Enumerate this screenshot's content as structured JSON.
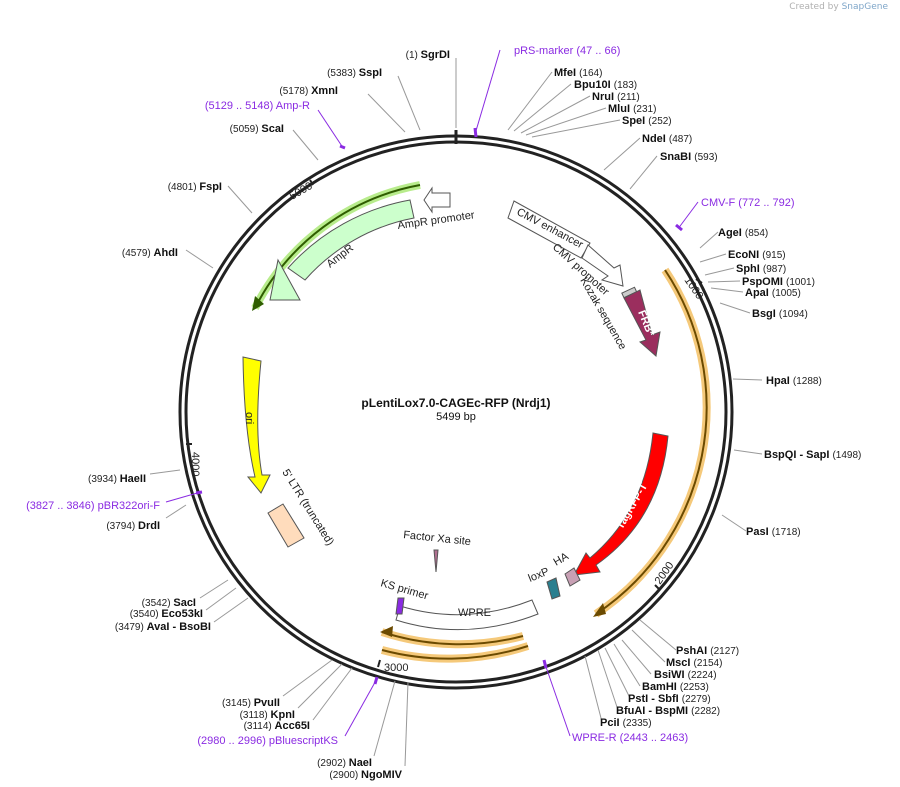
{
  "credit": {
    "prefix": "Created by",
    "brand": "SnapGene"
  },
  "plasmid": {
    "name": "pLentiLox7.0-CAGEc-RFP (Nrdj1)",
    "size": "5499 bp",
    "length": 5499
  },
  "tick_labels": [
    "1000",
    "2000",
    "3000",
    "4000",
    "5000"
  ],
  "enzymes": [
    {
      "name": "SgrDI",
      "pos": "(1)",
      "bp": 1
    },
    {
      "name": "SspI",
      "pos": "(5383)",
      "bp": 5383
    },
    {
      "name": "XmnI",
      "pos": "(5178)",
      "bp": 5178
    },
    {
      "name": "ScaI",
      "pos": "(5059)",
      "bp": 5059
    },
    {
      "name": "FspI",
      "pos": "(4801)",
      "bp": 4801
    },
    {
      "name": "AhdI",
      "pos": "(4579)",
      "bp": 4579
    },
    {
      "name": "HaeII",
      "pos": "(3934)",
      "bp": 3934
    },
    {
      "name": "DrdI",
      "pos": "(3794)",
      "bp": 3794
    },
    {
      "name": "SacI",
      "pos": "(3542)",
      "bp": 3542
    },
    {
      "name": "Eco53kI",
      "pos": "(3540)",
      "bp": 3540
    },
    {
      "name": "AvaI  - BsoBI",
      "pos": "(3479)",
      "bp": 3479
    },
    {
      "name": "PvuII",
      "pos": "(3145)",
      "bp": 3145
    },
    {
      "name": "KpnI",
      "pos": "(3118)",
      "bp": 3118
    },
    {
      "name": "Acc65I",
      "pos": "(3114)",
      "bp": 3114
    },
    {
      "name": "NaeI",
      "pos": "(2902)",
      "bp": 2902
    },
    {
      "name": "NgoMIV",
      "pos": "(2900)",
      "bp": 2900
    },
    {
      "name": "MfeI",
      "pos": "(164)",
      "bp": 164
    },
    {
      "name": "Bpu10I",
      "pos": "(183)",
      "bp": 183
    },
    {
      "name": "NruI",
      "pos": "(211)",
      "bp": 211
    },
    {
      "name": "MluI",
      "pos": "(231)",
      "bp": 231
    },
    {
      "name": "SpeI",
      "pos": "(252)",
      "bp": 252
    },
    {
      "name": "NdeI",
      "pos": "(487)",
      "bp": 487
    },
    {
      "name": "SnaBI",
      "pos": "(593)",
      "bp": 593
    },
    {
      "name": "AgeI",
      "pos": "(854)",
      "bp": 854
    },
    {
      "name": "EcoNI",
      "pos": "(915)",
      "bp": 915
    },
    {
      "name": "SphI",
      "pos": "(987)",
      "bp": 987
    },
    {
      "name": "PspOMI",
      "pos": "(1001)",
      "bp": 1001
    },
    {
      "name": "ApaI",
      "pos": "(1005)",
      "bp": 1005
    },
    {
      "name": "BsgI",
      "pos": "(1094)",
      "bp": 1094
    },
    {
      "name": "HpaI",
      "pos": "(1288)",
      "bp": 1288
    },
    {
      "name": "BspQI  - SapI",
      "pos": "(1498)",
      "bp": 1498
    },
    {
      "name": "PasI",
      "pos": "(1718)",
      "bp": 1718
    },
    {
      "name": "PshAI",
      "pos": "(2127)",
      "bp": 2127
    },
    {
      "name": "MscI",
      "pos": "(2154)",
      "bp": 2154
    },
    {
      "name": "BsiWI",
      "pos": "(2224)",
      "bp": 2224
    },
    {
      "name": "BamHI",
      "pos": "(2253)",
      "bp": 2253
    },
    {
      "name": "PstI  - SbfI",
      "pos": "(2279)",
      "bp": 2279
    },
    {
      "name": "BfuAI  - BspMI",
      "pos": "(2282)",
      "bp": 2282
    },
    {
      "name": "PciI",
      "pos": "(2335)",
      "bp": 2335
    }
  ],
  "primers": [
    {
      "name": "pRS-marker",
      "range": "(47 .. 66)"
    },
    {
      "name": "CMV-F",
      "range": "(772 .. 792)"
    },
    {
      "name": "WPRE-R",
      "range": "(2443 .. 2463)"
    },
    {
      "name": "pBluescriptKS",
      "range": "(2980 .. 2996)"
    },
    {
      "name": "pBR322ori-F",
      "range": "(3827 .. 3846)"
    },
    {
      "name": "Amp-R",
      "range": "(5129 .. 5148)"
    }
  ],
  "features": [
    {
      "name": "CMV enhancer",
      "color": "#ffffff"
    },
    {
      "name": "CMV promoter",
      "color": "#ffffff"
    },
    {
      "name": "Kozak sequence",
      "color": "#cccccc"
    },
    {
      "name": "FRB*",
      "color": "#9b2e5e"
    },
    {
      "name": "TagRFP-T",
      "color": "#ff0000"
    },
    {
      "name": "HA",
      "color": "#c8a0b4"
    },
    {
      "name": "loxP",
      "color": "#2a7f8f"
    },
    {
      "name": "Factor Xa site",
      "color": "#b07090"
    },
    {
      "name": "WPRE",
      "color": "#ffffff"
    },
    {
      "name": "KS primer",
      "color": "#8a2be2"
    },
    {
      "name": "5' LTR (truncated)",
      "color": "#ffdcbc"
    },
    {
      "name": "ori",
      "color": "#ffff00"
    },
    {
      "name": "AmpR",
      "color": "#ccffcc"
    },
    {
      "name": "AmpR promoter",
      "color": "#ffffff"
    }
  ],
  "colors": {
    "primer": "#8a2be2",
    "orf_glow": "#f5c97a",
    "orf_line": "#6b4a00",
    "amp_glow": "#b8ec8c",
    "amp_line": "#2f5d00"
  }
}
